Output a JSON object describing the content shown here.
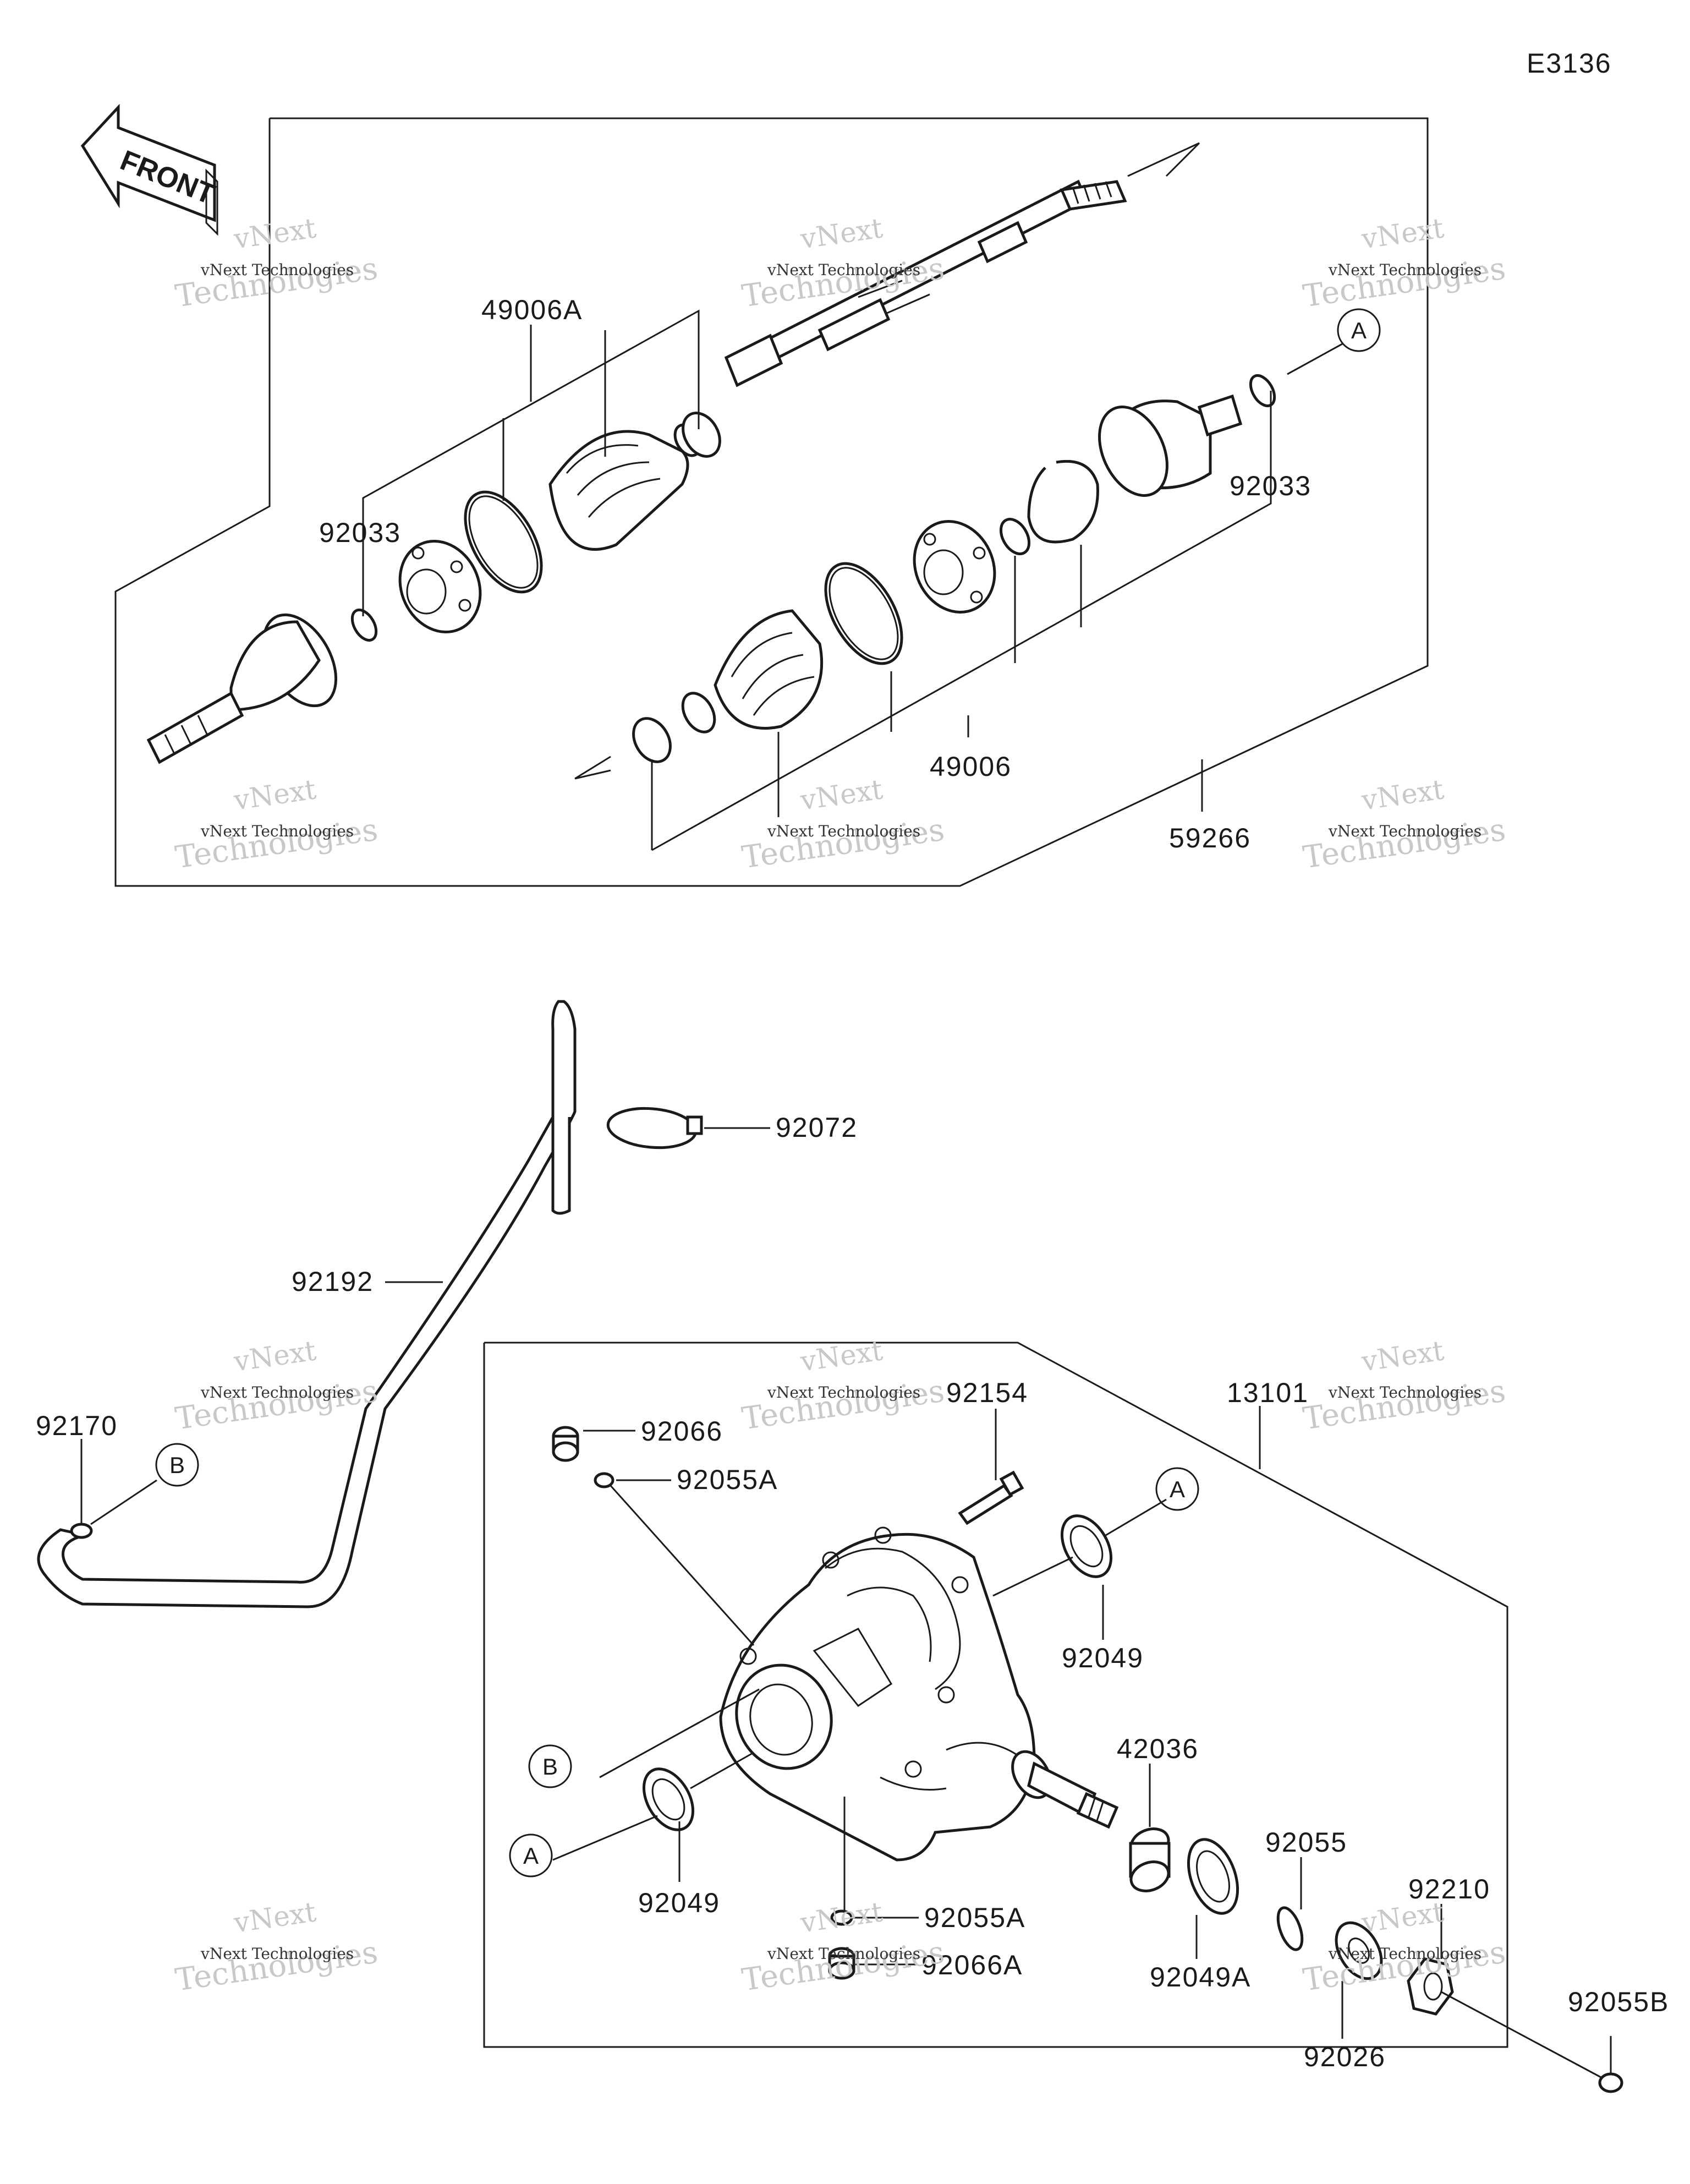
{
  "diagram": {
    "code": "E3136",
    "front_label": "FRONT",
    "watermark": {
      "line1": "vNext Technologies",
      "line2": "Technologies",
      "line3": "vNext"
    },
    "callouts": {
      "A": "A",
      "B": "B"
    },
    "parts": {
      "p49006A": "49006A",
      "p92033_left": "92033",
      "p92033_right": "92033",
      "p49006": "49006",
      "p59266": "59266",
      "p92072": "92072",
      "p92192": "92192",
      "p92170": "92170",
      "p13101": "13101",
      "p92154": "92154",
      "p92066": "92066",
      "p92055A_top": "92055A",
      "p92049_top": "92049",
      "p92049_left": "92049",
      "p42036": "42036",
      "p92055": "92055",
      "p92210": "92210",
      "p92055A_bottom": "92055A",
      "p92066A": "92066A",
      "p92049A": "92049A",
      "p92026": "92026",
      "p92055B": "92055B"
    }
  }
}
